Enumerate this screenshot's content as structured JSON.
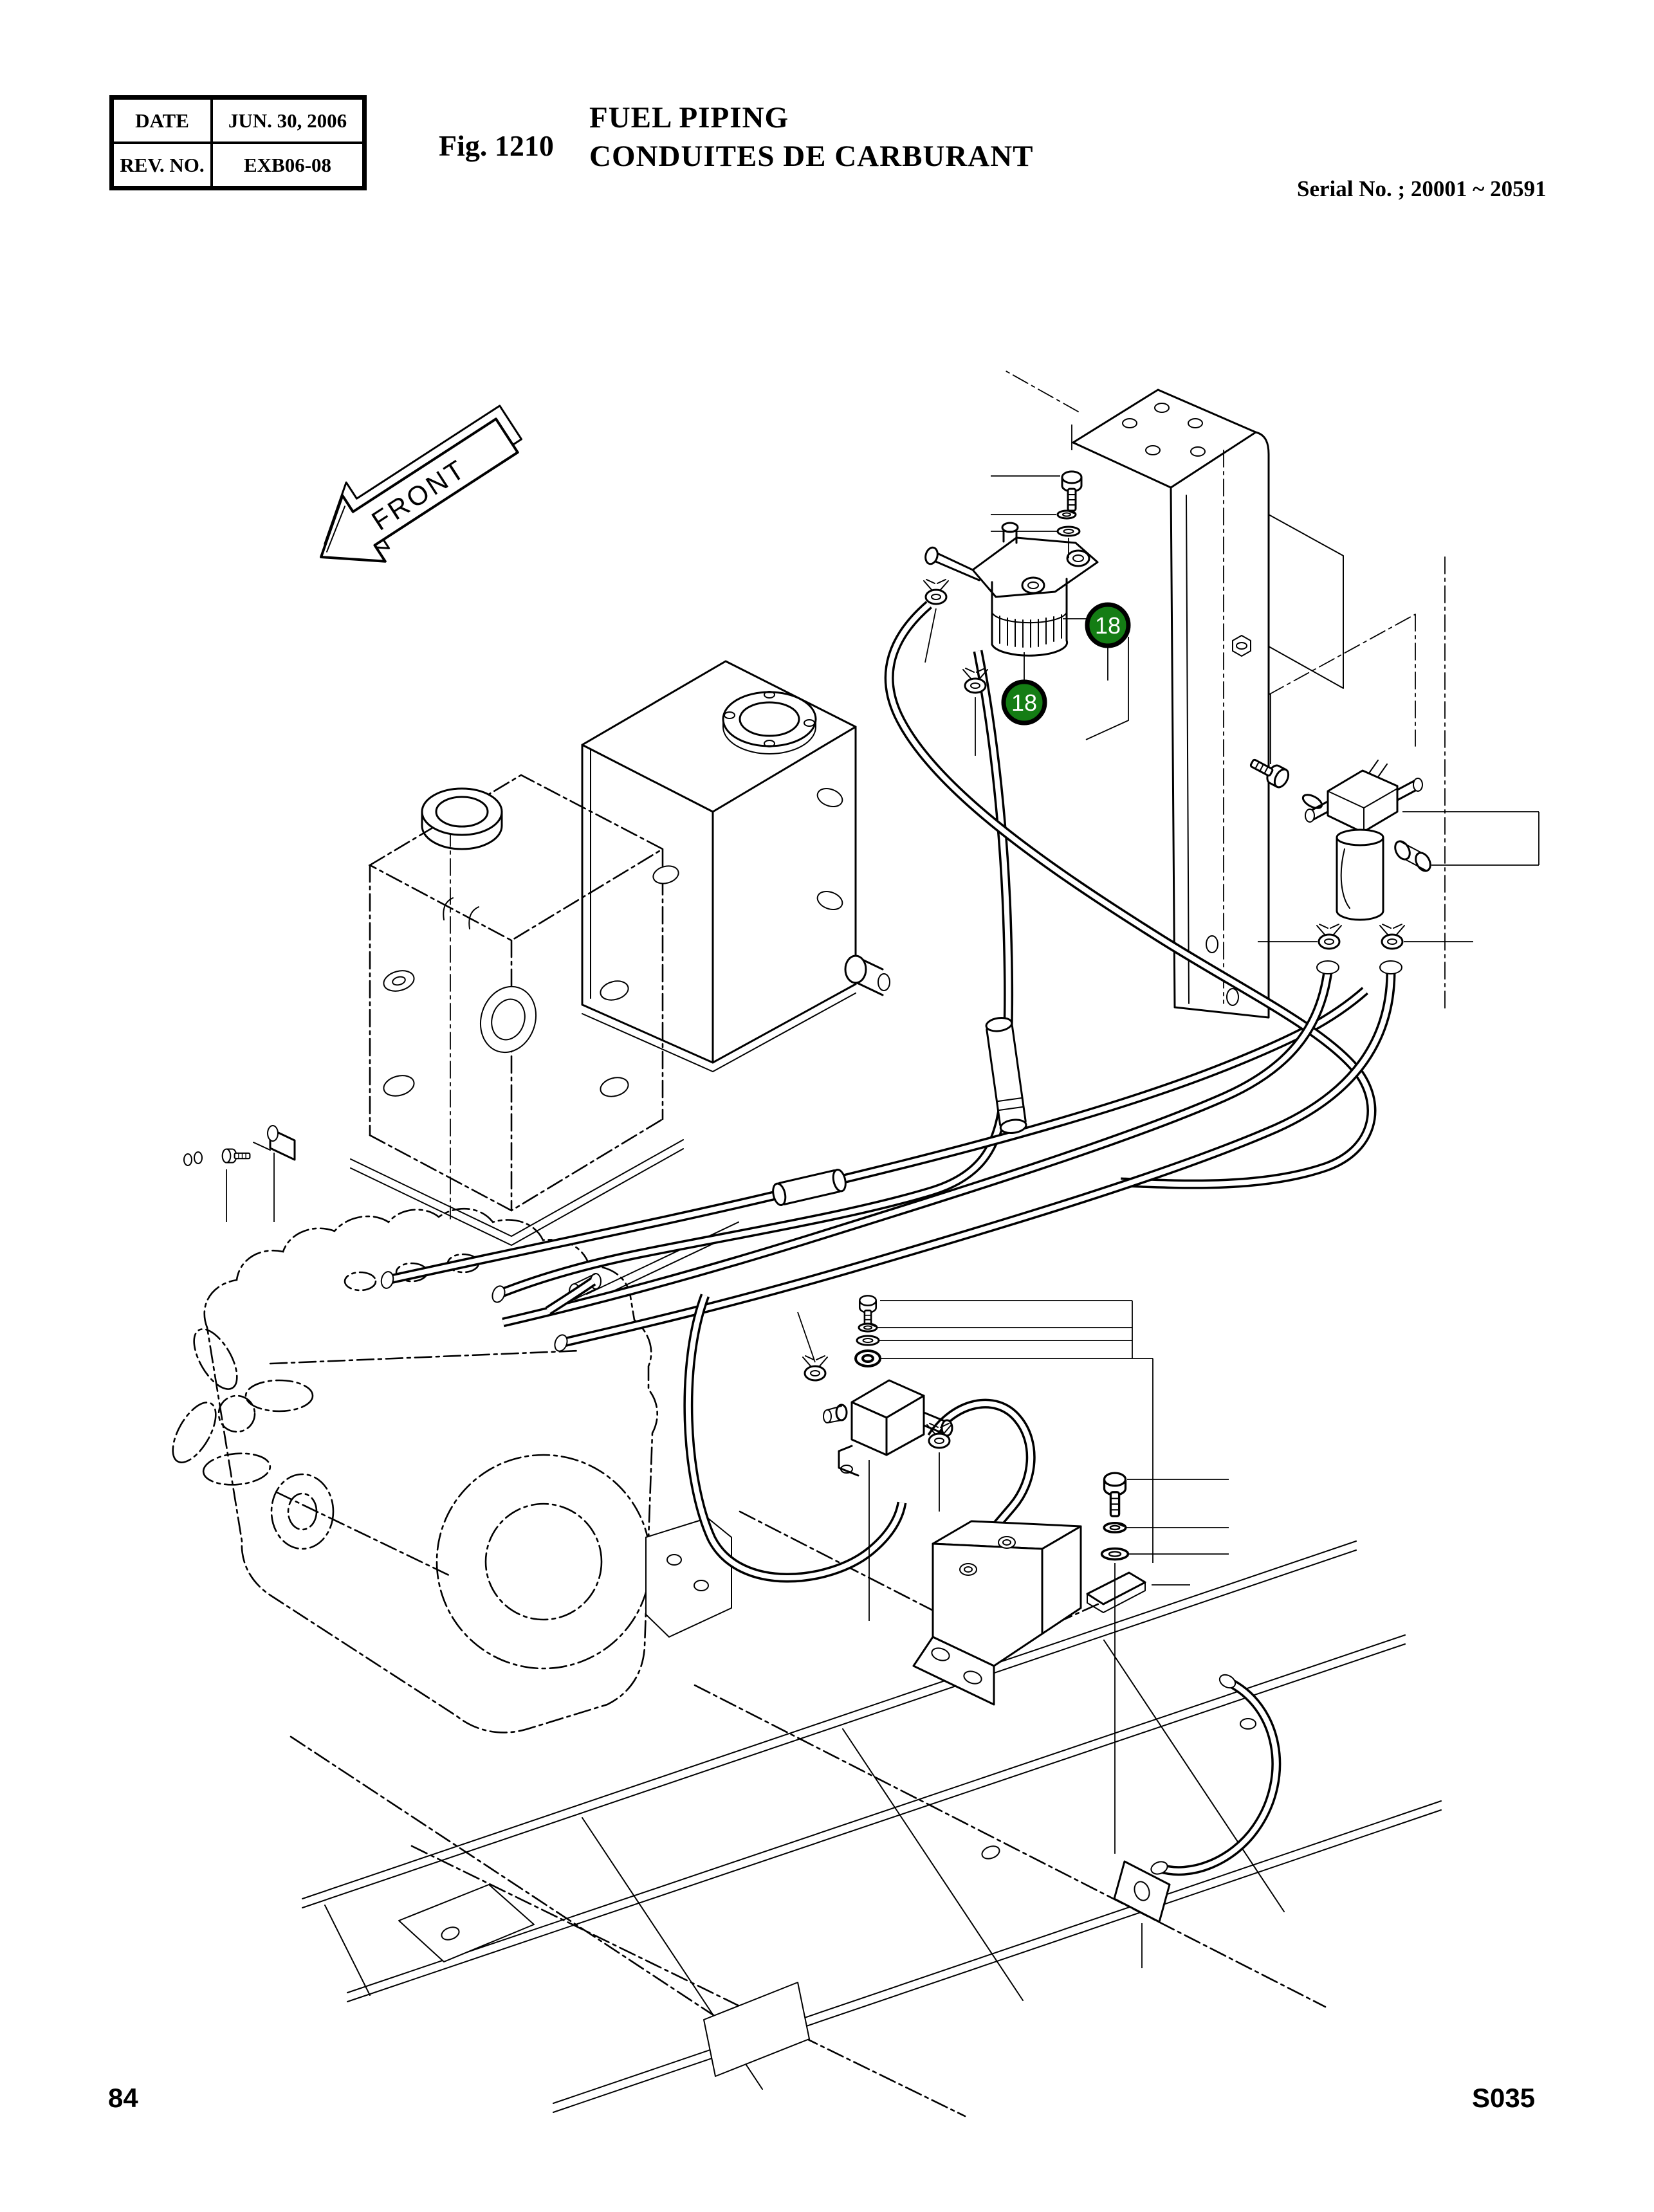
{
  "header": {
    "table": {
      "rows": [
        {
          "label": "DATE",
          "value": "JUN. 30, 2006"
        },
        {
          "label": "REV. NO.",
          "value": "EXB06-08"
        }
      ]
    },
    "figure_label": "Fig. 1210",
    "title_primary": "FUEL PIPING",
    "title_secondary": "CONDUITES DE CARBURANT",
    "serial_note": "Serial No. ; 20001 ~ 20591"
  },
  "diagram": {
    "front_label": "FRONT",
    "callouts": [
      {
        "number": "18"
      },
      {
        "number": "18"
      }
    ],
    "callout_color": "#147d14",
    "callout_text_color": "#ffffff",
    "line_color": "#000000",
    "background": "#ffffff"
  },
  "footer": {
    "page_number": "84",
    "doc_code": "S035"
  }
}
